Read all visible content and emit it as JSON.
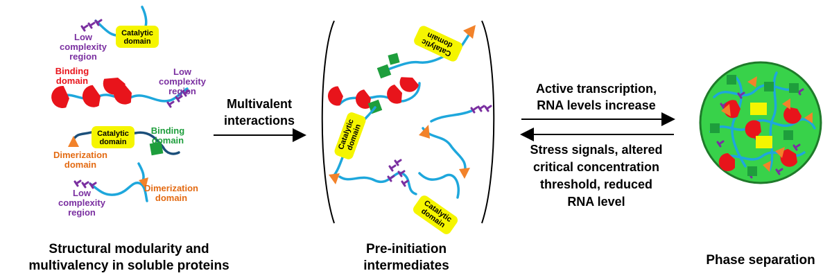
{
  "labels": {
    "low_complexity_1": [
      "Low",
      "complexity",
      "region"
    ],
    "low_complexity_2": [
      "Low",
      "complexity",
      "region"
    ],
    "low_complexity_3": [
      "Low",
      "complexity",
      "region"
    ],
    "binding_domain_red": [
      "Binding",
      "domain"
    ],
    "binding_domain_green": [
      "Binding",
      "domain"
    ],
    "dimerization_1": [
      "Dimerization",
      "domain"
    ],
    "dimerization_2": [
      "Dimerization",
      "domain"
    ],
    "catalytic_domain": [
      "Catalytic",
      "domain"
    ]
  },
  "arrows": {
    "multivalent": [
      "Multivalent",
      "interactions"
    ],
    "forward": [
      "Active transcription,",
      "RNA levels increase"
    ],
    "reverse": [
      "Stress signals, altered",
      "critical concentration",
      "threshold, reduced",
      "RNA level"
    ]
  },
  "captions": {
    "left": [
      "Structural modularity and",
      "multivalency in soluble proteins"
    ],
    "middle": [
      "Pre-initiation",
      "intermediates"
    ],
    "right": "Phase separation"
  },
  "colors": {
    "chain": "#1ea7dc",
    "catalytic": "#f5f500",
    "binding": "#e8141b",
    "binding_green": "#1e9e3c",
    "dimerization": "#f2822a",
    "low_complexity": "#7a2fa0",
    "droplet": "#38d24a"
  }
}
